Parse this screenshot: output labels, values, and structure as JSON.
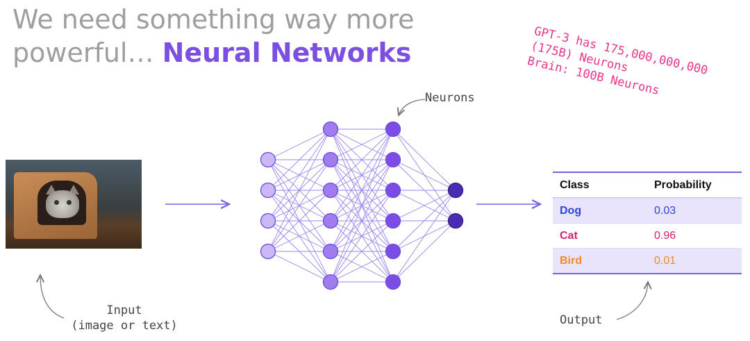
{
  "title": {
    "line1": "We need something way more",
    "line2_prefix": "powerful… ",
    "line2_accent": "Neural Networks"
  },
  "annotation": {
    "line1": "GPT-3 has 175,000,000,000",
    "line2": "(175B) Neurons",
    "line3": "Brain: 100B Neurons"
  },
  "labels": {
    "neurons": "Neurons",
    "input_line1": "Input",
    "input_line2": "(image or text)",
    "output": "Output"
  },
  "network": {
    "layers": [
      4,
      6,
      6,
      2
    ],
    "colors": [
      "#c9b8f5",
      "#9f7cf0",
      "#7a4ee6",
      "#4b2bb3"
    ]
  },
  "table": {
    "headers": [
      "Class",
      "Probability"
    ],
    "rows": [
      {
        "class": "Dog",
        "probability": "0.03",
        "color": "#2a46d8"
      },
      {
        "class": "Cat",
        "probability": "0.96",
        "color": "#d61f6e"
      },
      {
        "class": "Bird",
        "probability": "0.01",
        "color": "#f08a2a"
      }
    ]
  },
  "colors": {
    "accent": "#7b4fe0",
    "line": "#9b86ec"
  }
}
